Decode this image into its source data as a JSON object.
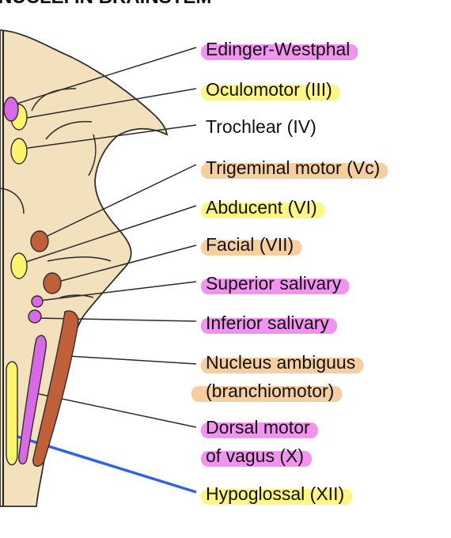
{
  "title": "NUCLEI IN BRAINSTEM",
  "colors": {
    "tissue": "#f3e0bd",
    "tissue_outline": "#2e2e2e",
    "midline": "#222222",
    "somatic_motor": "#fbf46e",
    "branchial_motor": "#c0603a",
    "parasympathetic": "#d86ae6",
    "highlight_pink": "#f080ec",
    "highlight_yellow": "#fbf46e",
    "highlight_orange": "#f5c58f",
    "pointer_blue": "#2e63e8"
  },
  "labels": [
    {
      "id": "edinger-westphal",
      "lines": [
        "Edinger-Westphal"
      ],
      "highlight": "pink"
    },
    {
      "id": "oculomotor",
      "lines": [
        "Oculomotor (III)"
      ],
      "highlight": "yellow"
    },
    {
      "id": "trochlear",
      "lines": [
        "Trochlear (IV)"
      ],
      "highlight": "none"
    },
    {
      "id": "trigeminal-motor",
      "lines": [
        "Trigeminal motor (Vc)"
      ],
      "highlight": "orange"
    },
    {
      "id": "abducent",
      "lines": [
        "Abducent (VI)"
      ],
      "highlight": "yellow"
    },
    {
      "id": "facial",
      "lines": [
        "Facial (VII)"
      ],
      "highlight": "orange"
    },
    {
      "id": "superior-salivary",
      "lines": [
        "Superior salivary"
      ],
      "highlight": "pink"
    },
    {
      "id": "inferior-salivary",
      "lines": [
        "Inferior salivary"
      ],
      "highlight": "pink"
    },
    {
      "id": "nucleus-ambiguus",
      "lines": [
        "Nucleus ambiguus",
        "(branchiomotor)"
      ],
      "highlight": "orange"
    },
    {
      "id": "dorsal-motor-vagus",
      "lines": [
        "Dorsal motor",
        "of vagus (X)"
      ],
      "highlight": "pink"
    },
    {
      "id": "hypoglossal",
      "lines": [
        "Hypoglossal (XII)"
      ],
      "highlight": "yellow"
    }
  ]
}
